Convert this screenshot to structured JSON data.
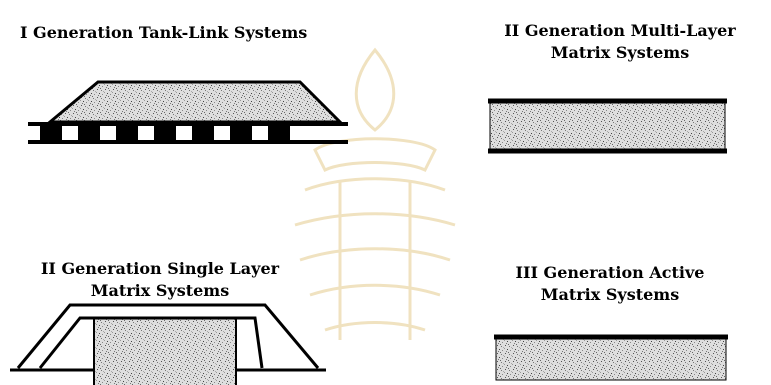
{
  "panels": {
    "tank_link": {
      "title_line1": "I Generation  Tank-Link Systems"
    },
    "multi_layer": {
      "title_line1": "II Generation  Multi-Layer",
      "title_line2": "Matrix Systems"
    },
    "single_layer": {
      "title_line1": "II Generation Single Layer",
      "title_line2": "Matrix Systems"
    },
    "active": {
      "title_line1": "III Generation  Active",
      "title_line2": "Matrix Systems"
    }
  },
  "colors": {
    "ink": "#000000",
    "speckle_fill": "#dcdcdc",
    "watermark": "#f2e6c8"
  }
}
